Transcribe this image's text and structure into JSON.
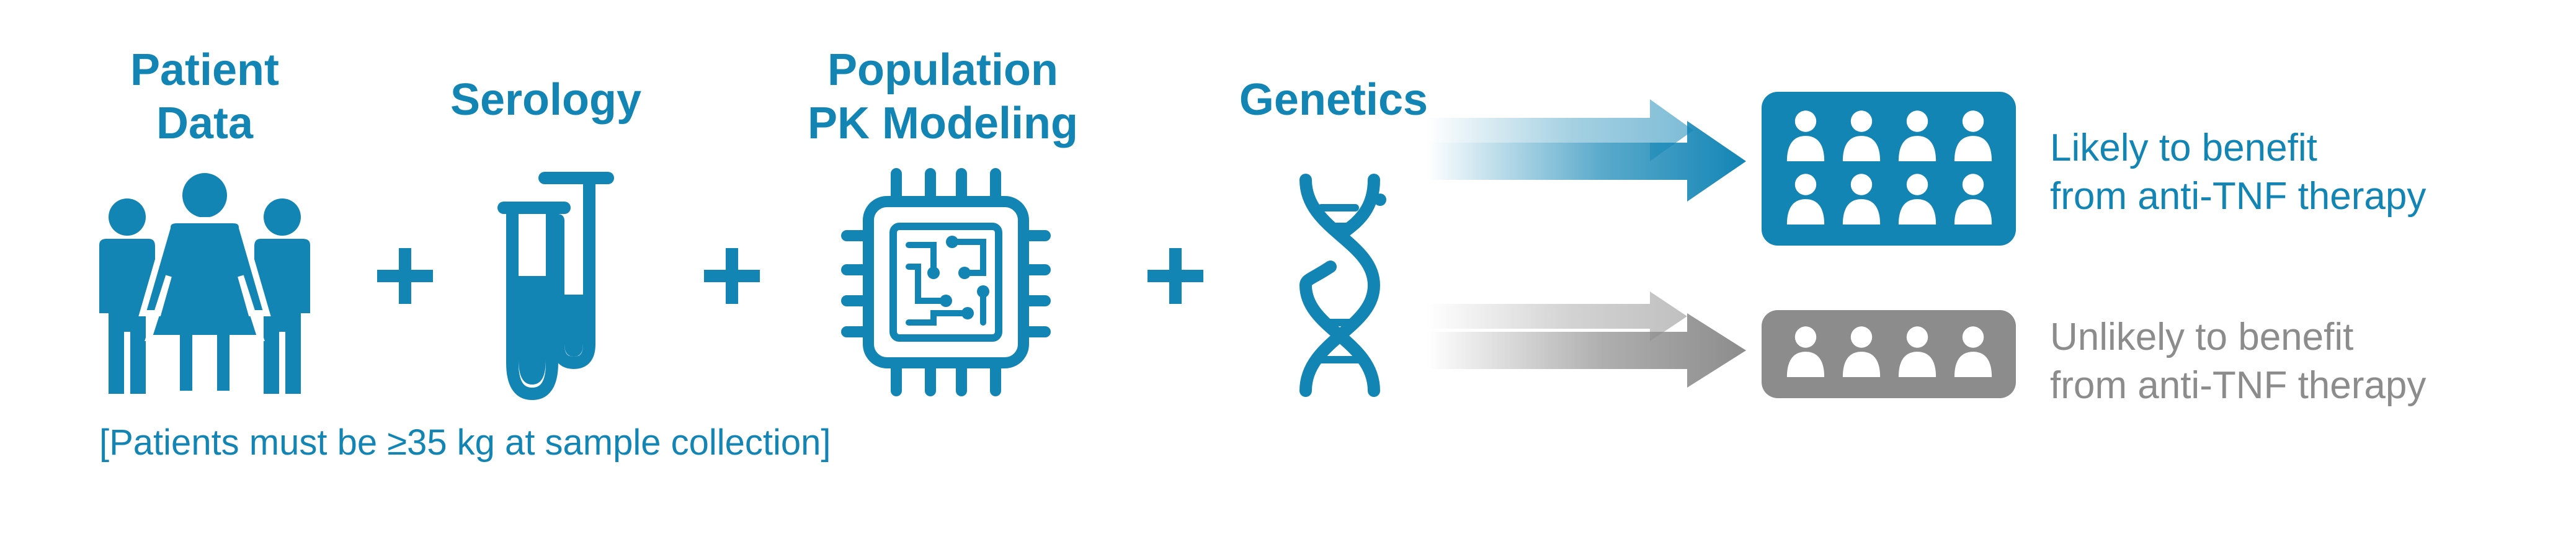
{
  "colors": {
    "accent": "#1385b5",
    "muted": "#8c8c8c"
  },
  "inputs": [
    {
      "label_line1": "Patient",
      "label_line2": "Data",
      "icon": "family-people-icon"
    },
    {
      "label_line1": "Serology",
      "icon": "test-tubes-icon"
    },
    {
      "label_line1": "Population",
      "label_line2": "PK Modeling",
      "icon": "circuit-chip-icon"
    },
    {
      "label_line1": "Genetics",
      "icon": "dna-helix-icon"
    }
  ],
  "operators": [
    "+",
    "+",
    "+"
  ],
  "note": "[Patients must be ≥35 kg at sample collection]",
  "outcomes": {
    "likely": {
      "line1": "Likely to benefit",
      "line2": "from anti-TNF therapy",
      "people_count": 8,
      "color": "#1385b5"
    },
    "unlikely": {
      "line1": "Unlikely to benefit",
      "line2": "from anti-TNF therapy",
      "people_count": 4,
      "color": "#8c8c8c"
    }
  }
}
